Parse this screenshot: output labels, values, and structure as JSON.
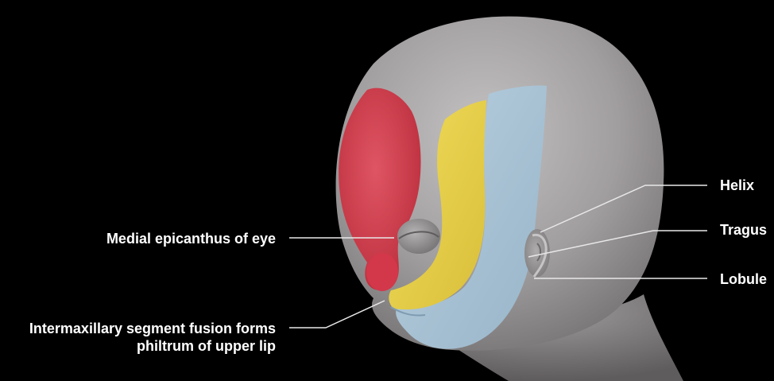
{
  "labels": {
    "medial_epicanthus": "Medial epicanthus of eye",
    "intermaxillary_line1": "Intermaxillary segment fusion forms",
    "intermaxillary_line2": "philtrum of upper lip",
    "helix": "Helix",
    "tragus": "Tragus",
    "lobule": "Lobule"
  },
  "colors": {
    "background": "#000000",
    "head": "#a8a5a6",
    "red_region": "#d63a4a",
    "yellow_region": "#e8d24a",
    "blue_region": "#a9c3d6",
    "leader_lines": "#e8e8e8",
    "label_text": "#ffffff"
  }
}
